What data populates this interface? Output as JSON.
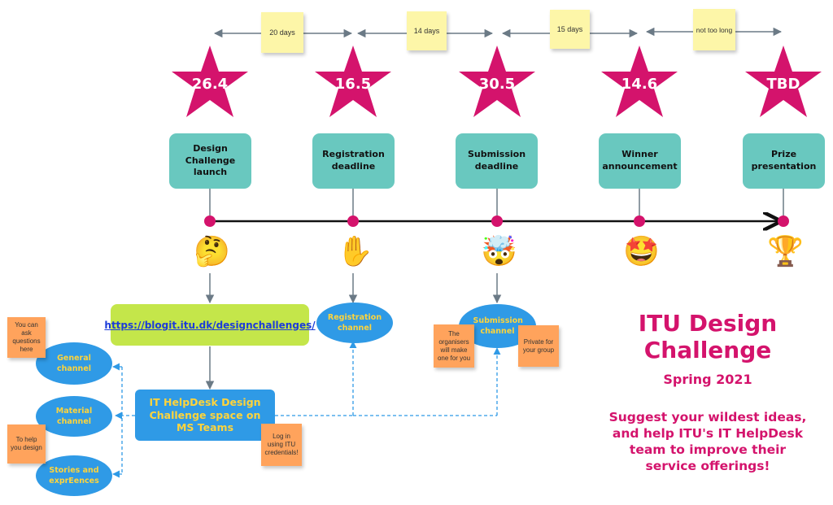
{
  "durations": [
    "20 days",
    "14 days",
    "15 days",
    "not too long"
  ],
  "milestones": [
    {
      "date": "26.4",
      "label": "Design Challenge launch",
      "emoji": "🤔",
      "emoji_name": "thinking-face-icon"
    },
    {
      "date": "16.5",
      "label": "Registration deadline",
      "emoji": "✋",
      "emoji_name": "raised-hand-icon"
    },
    {
      "date": "30.5",
      "label": "Submission deadline",
      "emoji": "🤯",
      "emoji_name": "exploding-head-icon"
    },
    {
      "date": "14.6",
      "label": "Winner announcement",
      "emoji": "🤩",
      "emoji_name": "star-struck-icon"
    },
    {
      "date": "TBD",
      "label": "Prize presentation",
      "emoji": "🏆",
      "emoji_name": "trophy-icon"
    }
  ],
  "link": "https://blogit.itu.dk/designchallenges/",
  "teams_space": "IT HelpDesk Design Challenge space on MS Teams",
  "channels": {
    "registration": "Registration channel",
    "submission": "Submission channel",
    "general": "General channel",
    "material": "Material channel",
    "stories": "Stories and exprEences"
  },
  "notes": {
    "ask": "You can ask questions here",
    "design": "To help you design",
    "login": "Log in using ITU credentials!",
    "organisers": "The organisers will make one for you",
    "private": "Private for your group"
  },
  "title": {
    "main": "ITU Design Challenge",
    "sub": "Spring 2021",
    "tagline": "Suggest your wildest ideas, and help ITU's IT HelpDesk team to improve their service offerings!"
  },
  "colors": {
    "star": "#d4136c",
    "milestone_box": "#69c8bf",
    "channel_blue": "#2f9ae6",
    "channel_text": "#ffd43b",
    "sticky_yellow": "#fdf6a8",
    "sticky_orange": "#ffa35c",
    "link_box": "#c4e64a",
    "title": "#d4136c"
  }
}
